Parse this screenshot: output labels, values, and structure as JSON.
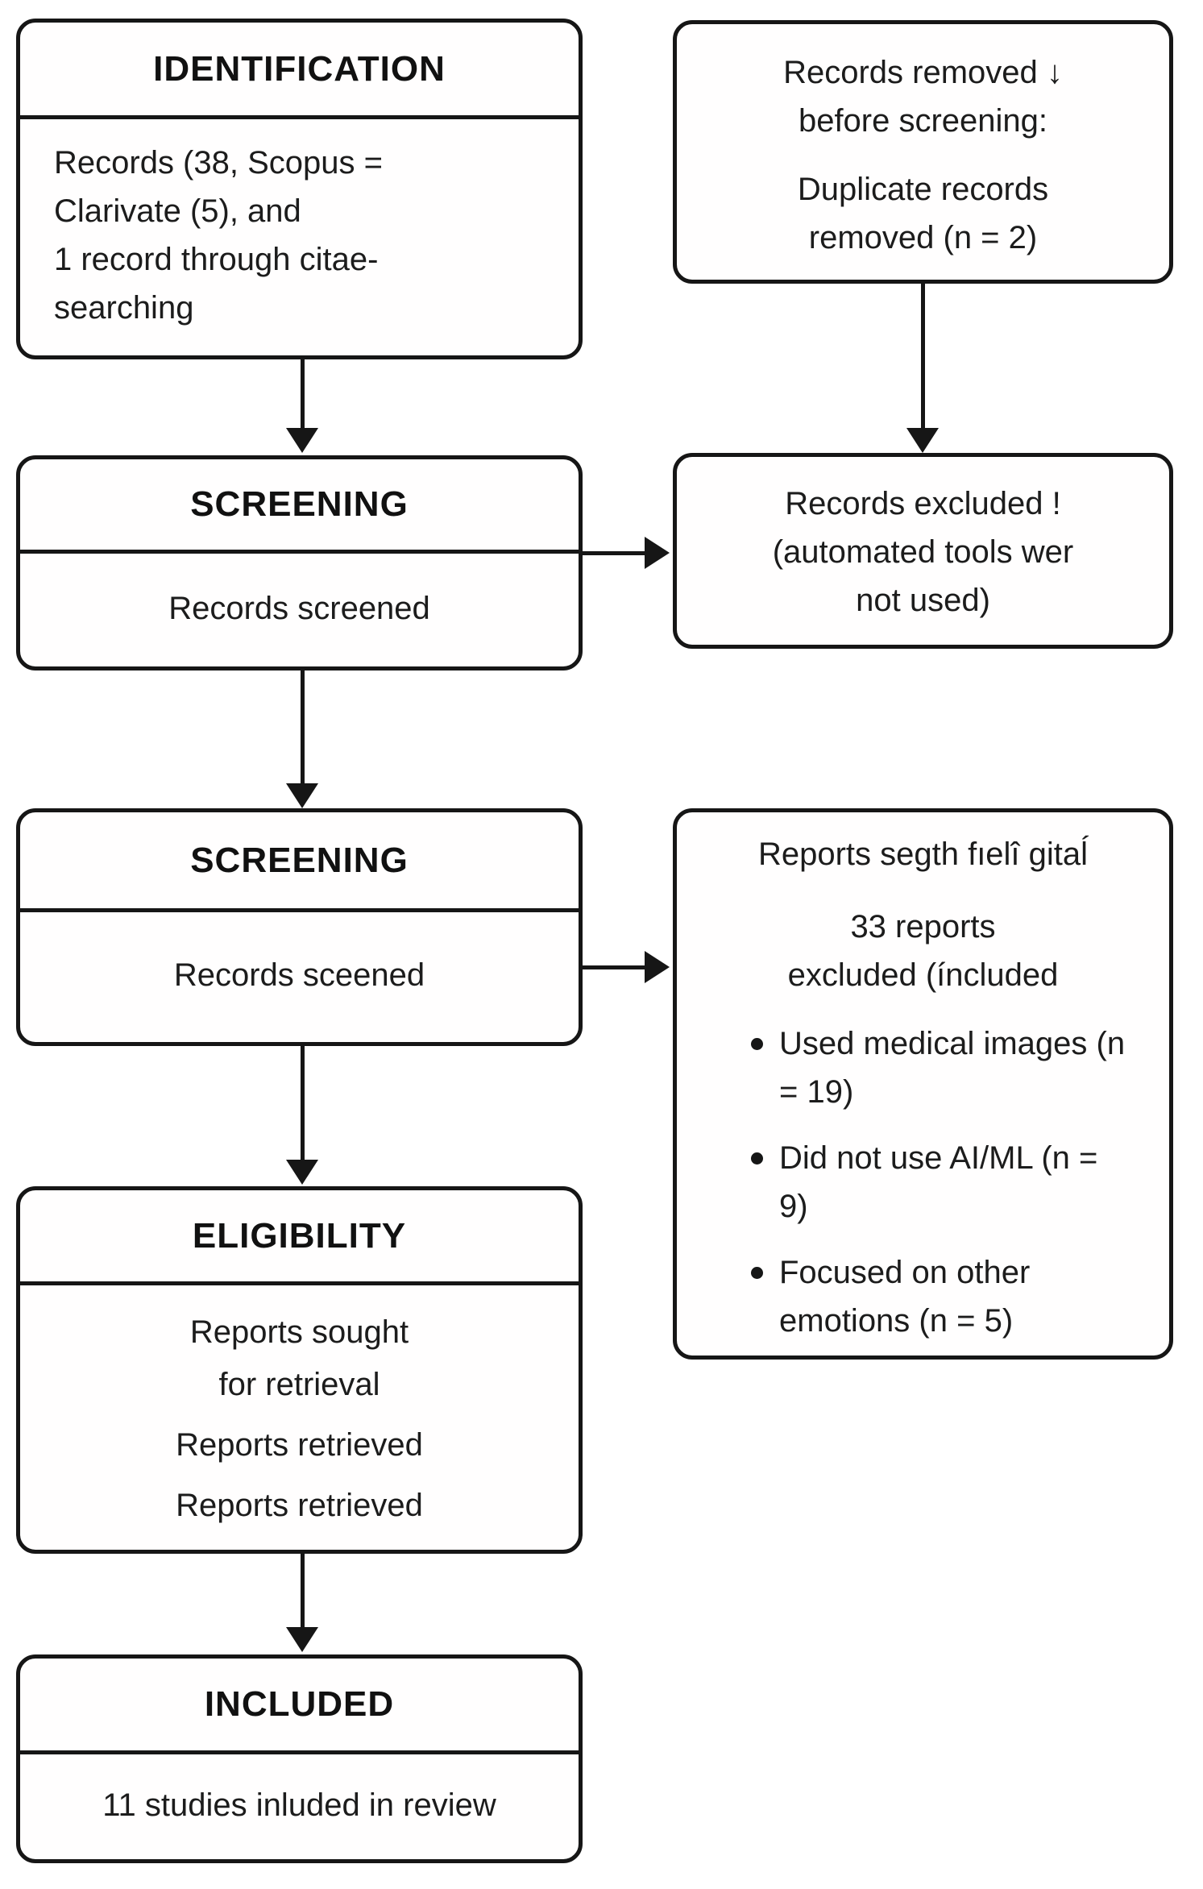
{
  "diagram": {
    "background": "#ffffff",
    "ink": "#161616",
    "type": "prisma-flowchart"
  },
  "stages": {
    "identification": {
      "title": "IDENTIFICATION",
      "lines": [
        "Records (38, Scopus =",
        "Clarivate (5), and",
        "1 record through citae-",
        "searching"
      ]
    },
    "removed_before_screening": {
      "para1": [
        "Records removed ↓",
        "before screening:"
      ],
      "para2": [
        "Duplicate records",
        "removed (n = 2)"
      ]
    },
    "screening_1": {
      "title": "SCREENING",
      "body": "Records screened"
    },
    "records_excluded": {
      "lines": [
        "Records excluded !",
        "(automated tools wer",
        "not used)"
      ]
    },
    "screening_2": {
      "title": "SCREENING",
      "body": "Records sceened"
    },
    "reports_excluded": {
      "heading": "Reports segth fıelî gitaĺ",
      "sub": [
        "33 reports",
        "excluded (íncluded"
      ],
      "bullets": [
        "Used medical images (n = 19)",
        "Did not use AI/ML (n = 9)",
        "Focused on other emotions (n = 5)"
      ]
    },
    "eligibility": {
      "title": "ELIGIBILITY",
      "lines": [
        "Reports sought",
        "for retrieval",
        "Reports retrieved",
        "Reports retrieved"
      ]
    },
    "included": {
      "title": "INCLUDED",
      "body": "11 studies inluded in review"
    }
  }
}
